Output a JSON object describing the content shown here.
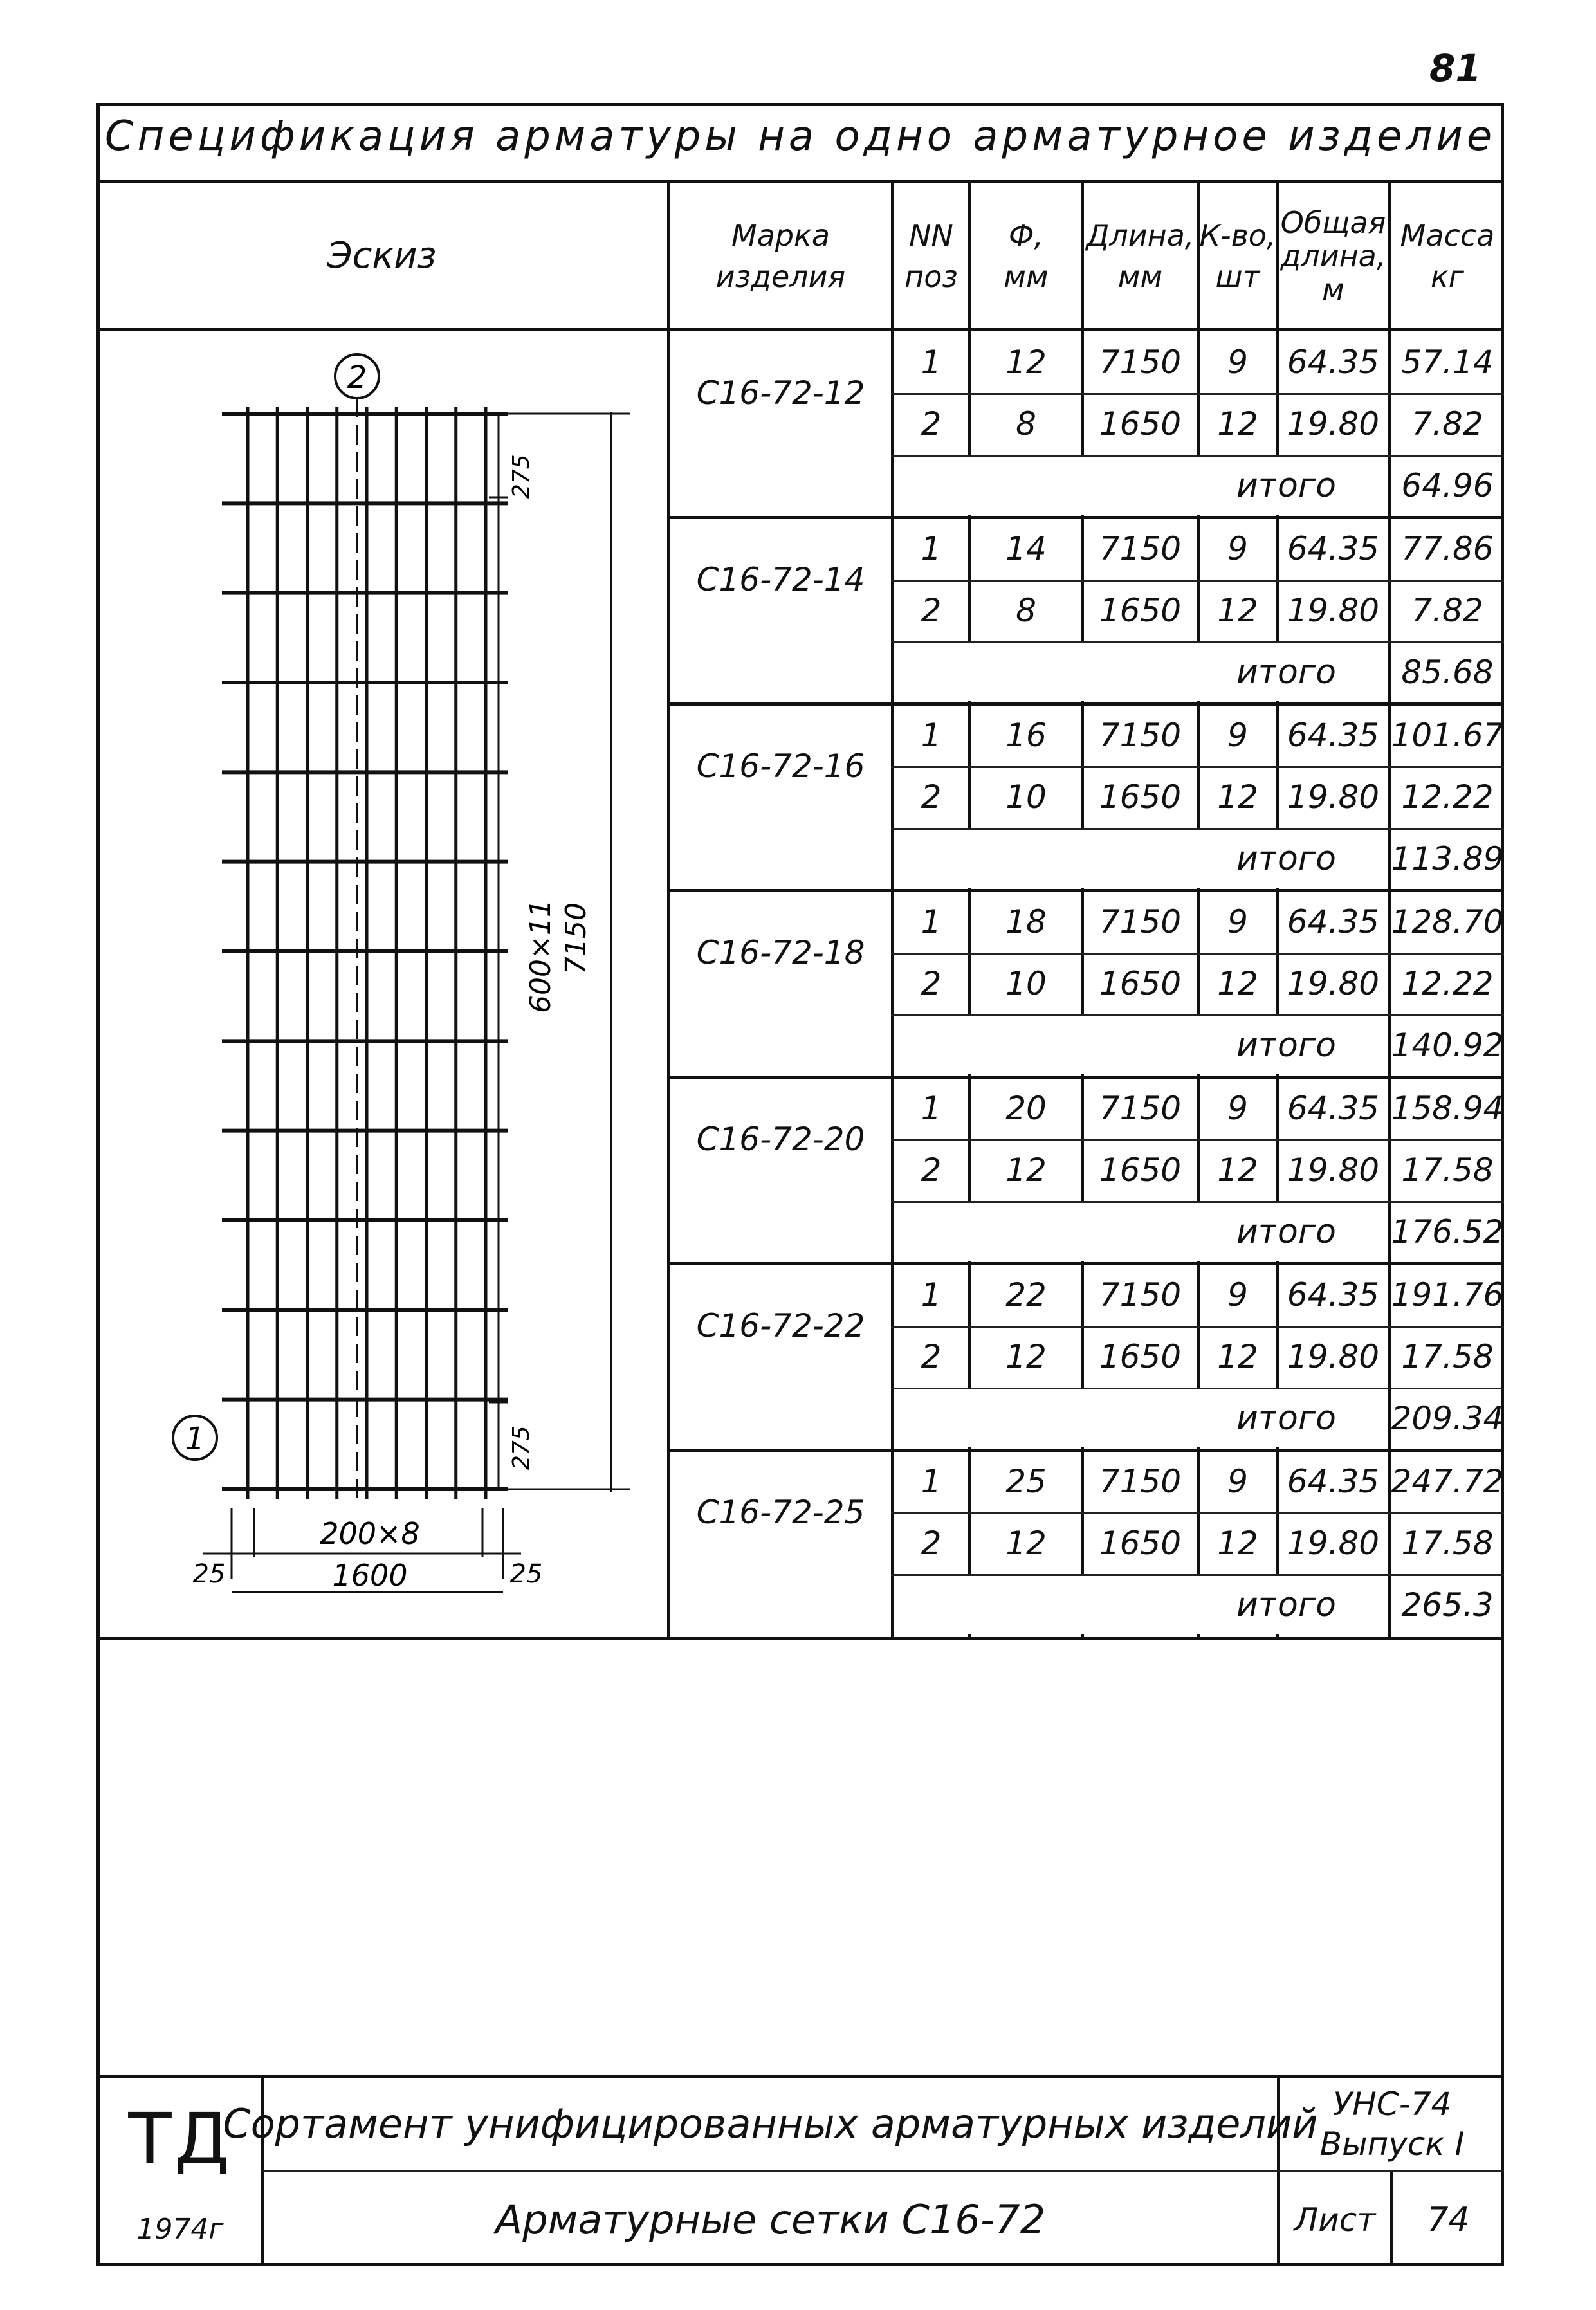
{
  "page_number": "81",
  "spec_title": "Спецификация арматуры на одно арматурное изделие",
  "headers": {
    "sketch": "Эскиз",
    "mark": [
      "Марка",
      "изделия"
    ],
    "pos": [
      "NN",
      "поз"
    ],
    "diam": [
      "Ф,",
      "мм"
    ],
    "length": [
      "Длина,",
      "мм"
    ],
    "qty": [
      "К-во,",
      "шт"
    ],
    "total_length": [
      "Общая",
      "длина,",
      "м"
    ],
    "mass": [
      "Масса",
      "кг"
    ]
  },
  "groups": [
    {
      "mark": "С16-72-12",
      "rows": [
        [
          "1",
          "12",
          "7150",
          "9",
          "64.35",
          "57.14"
        ],
        [
          "2",
          "8",
          "1650",
          "12",
          "19.80",
          "7.82"
        ]
      ],
      "itogo_label": "итого",
      "itogo": "64.96"
    },
    {
      "mark": "С16-72-14",
      "rows": [
        [
          "1",
          "14",
          "7150",
          "9",
          "64.35",
          "77.86"
        ],
        [
          "2",
          "8",
          "1650",
          "12",
          "19.80",
          "7.82"
        ]
      ],
      "itogo_label": "итого",
      "itogo": "85.68"
    },
    {
      "mark": "С16-72-16",
      "rows": [
        [
          "1",
          "16",
          "7150",
          "9",
          "64.35",
          "101.67"
        ],
        [
          "2",
          "10",
          "1650",
          "12",
          "19.80",
          "12.22"
        ]
      ],
      "itogo_label": "итого",
      "itogo": "113.89"
    },
    {
      "mark": "С16-72-18",
      "rows": [
        [
          "1",
          "18",
          "7150",
          "9",
          "64.35",
          "128.70"
        ],
        [
          "2",
          "10",
          "1650",
          "12",
          "19.80",
          "12.22"
        ]
      ],
      "itogo_label": "итого",
      "itogo": "140.92"
    },
    {
      "mark": "С16-72-20",
      "rows": [
        [
          "1",
          "20",
          "7150",
          "9",
          "64.35",
          "158.94"
        ],
        [
          "2",
          "12",
          "1650",
          "12",
          "19.80",
          "17.58"
        ]
      ],
      "itogo_label": "итого",
      "itogo": "176.52"
    },
    {
      "mark": "С16-72-22",
      "rows": [
        [
          "1",
          "22",
          "7150",
          "9",
          "64.35",
          "191.76"
        ],
        [
          "2",
          "12",
          "1650",
          "12",
          "19.80",
          "17.58"
        ]
      ],
      "itogo_label": "итого",
      "itogo": "209.34"
    },
    {
      "mark": "С16-72-25",
      "rows": [
        [
          "1",
          "25",
          "7150",
          "9",
          "64.35",
          "247.72"
        ],
        [
          "2",
          "12",
          "1650",
          "12",
          "19.80",
          "17.58"
        ]
      ],
      "itogo_label": "итого",
      "itogo": "265.3"
    }
  ],
  "sketch": {
    "callout_top": "2",
    "callout_left": "1",
    "dim_top": "275",
    "dim_bottom": "275",
    "dim_spacing": "600×11",
    "dim_length": "7150",
    "dim_bars": "200×8",
    "dim_left_offset": "25",
    "dim_right_offset": "25",
    "dim_width": "1600"
  },
  "title_block": {
    "logo": "ТД",
    "year": "1974г",
    "title": "Сортамент унифицированных арматурных изделий",
    "subtitle": "Арматурные сетки С16-72",
    "series": "УНС-74",
    "issue": "Выпуск I",
    "sheet_label": "Лист",
    "sheet_number": "74"
  }
}
